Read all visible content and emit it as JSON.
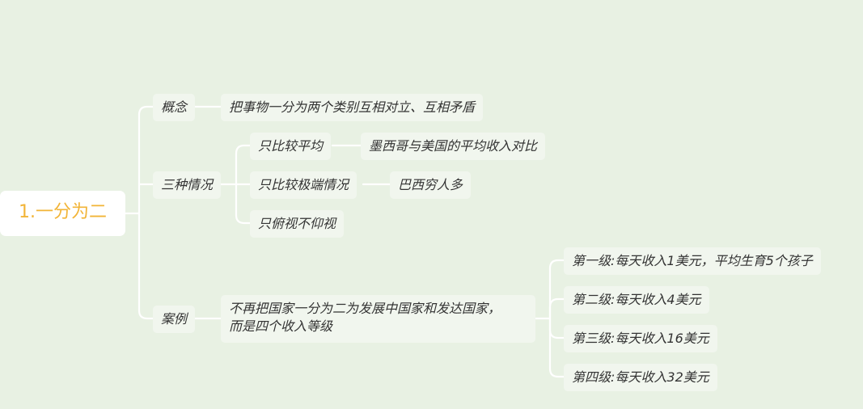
{
  "root": {
    "label": "1.一分为二"
  },
  "branches": {
    "concept": {
      "label": "概念",
      "detail": "把事物一分为两个类别互相对立、互相矛盾"
    },
    "situations": {
      "label": "三种情况",
      "items": [
        {
          "label": "只比较平均",
          "detail": "墨西哥与美国的平均收入对比"
        },
        {
          "label": "只比较极端情况",
          "detail": "巴西穷人多"
        },
        {
          "label": "只俯视不仰视"
        }
      ]
    },
    "case": {
      "label": "案例",
      "detail_line1": "不再把国家一分为二为发展中国家和发达国家，",
      "detail_line2": "而是四个收入等级",
      "levels": [
        "第一级:每天收入1美元，平均生育5个孩子",
        "第二级:每天收入4美元",
        "第三级:每天收入16美元",
        "第四级:每天收入32美元"
      ]
    }
  },
  "colors": {
    "background": "#e8f1e3",
    "node": "#f1f6ee",
    "line": "#ffffff",
    "root_text": "#f2b437",
    "text": "#333333"
  }
}
